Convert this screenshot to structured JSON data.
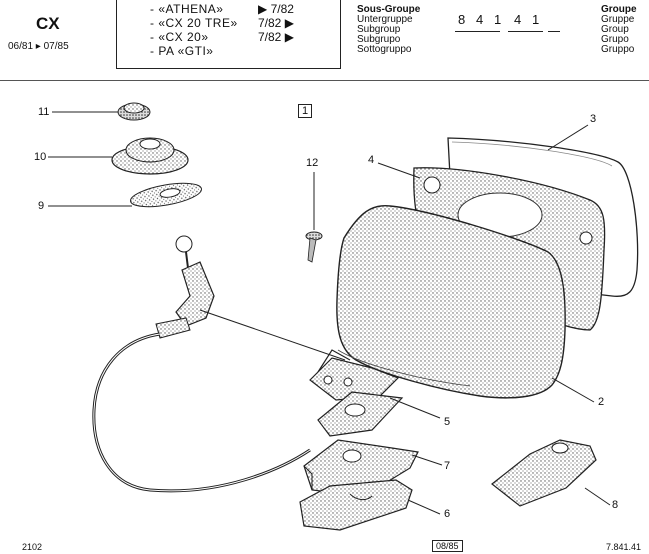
{
  "header": {
    "model": "CX",
    "dates": "06/81 ▸ 07/85",
    "variants": [
      {
        "name": "- «ATHENA»",
        "date": "▶ 7/82"
      },
      {
        "name": "- «CX 20 TRE»",
        "date": "7/82 ▶"
      },
      {
        "name": "- «CX 20»",
        "date": "7/82 ▶"
      },
      {
        "name": "- PA «GTI»",
        "date": ""
      }
    ],
    "subgroup_labels": [
      "Sous-Groupe",
      "Untergruppe",
      "Subgroup",
      "Subgrupo",
      "Sottogruppo"
    ],
    "group_code": [
      "8",
      "4",
      "1",
      "4",
      "1"
    ],
    "group_labels": [
      "Groupe",
      "Gruppe",
      "Group",
      "Grupo",
      "Gruppo"
    ]
  },
  "diagram": {
    "view_number": "1",
    "callouts": {
      "c1": "11",
      "c2": "10",
      "c3": "9",
      "c4": "12",
      "c5": "4",
      "c6": "3",
      "c7": "2",
      "c8": "5",
      "c9": "7",
      "c10": "6",
      "c11": "8"
    }
  },
  "footer": {
    "left": "2102",
    "center": "08/85",
    "right": "7.841.41"
  }
}
